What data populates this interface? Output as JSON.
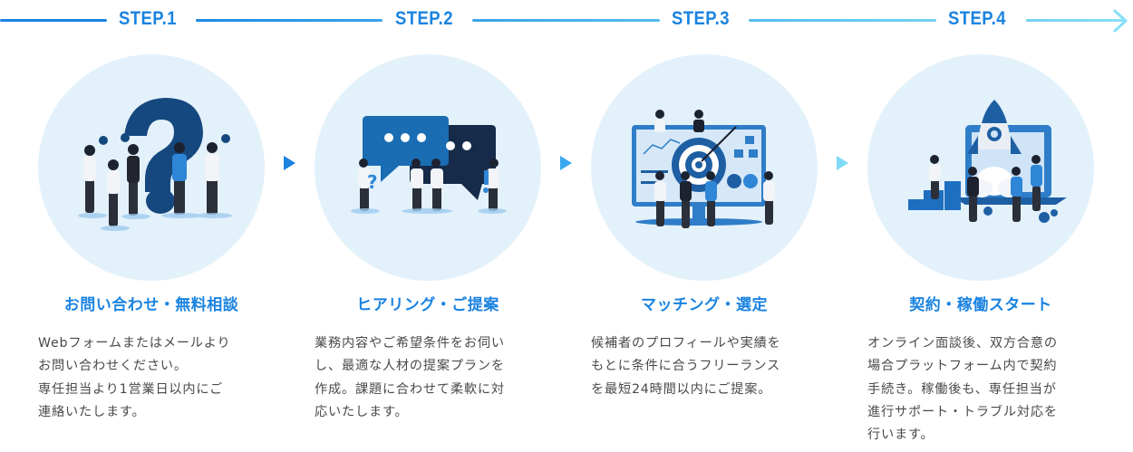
{
  "timeline": {
    "steps": [
      {
        "label": "STEP.1",
        "color": "#1a83e0"
      },
      {
        "label": "STEP.2",
        "color": "#1a83e0"
      },
      {
        "label": "STEP.3",
        "color": "#1a83e0"
      },
      {
        "label": "STEP.4",
        "color": "#1a83e0"
      }
    ],
    "line_colors": [
      "#1a83e0",
      "#3aa3ea",
      "#5cc0ef",
      "#7fdaf6"
    ],
    "end_arrow_icon": "arrow-right-icon"
  },
  "connector_colors": [
    "#1a83e0",
    "#3aa8ee",
    "#7fdaf6"
  ],
  "steps": [
    {
      "illustration": "question-mark-team-illustration",
      "title": "お問い合わせ・無料相談",
      "description": [
        "Webフォームまたはメールより",
        "お問い合わせください。",
        "専任担当より1営業日以内にご",
        "連絡いたします。"
      ]
    },
    {
      "illustration": "speech-bubbles-team-illustration",
      "title": "ヒアリング・ご提案",
      "description": [
        "業務内容やご希望条件をお伺い",
        "し、最適な人材の提案プランを",
        "作成。課題に合わせて柔軟に対",
        "応いたします。"
      ]
    },
    {
      "illustration": "target-matching-illustration",
      "title": "マッチング・選定",
      "description": [
        "候補者のプロフィールや実績を",
        "もとに条件に合うフリーランス",
        "を最短24時間以内にご提案。"
      ]
    },
    {
      "illustration": "rocket-launch-illustration",
      "title": "契約・稼働スタート",
      "description": [
        "オンライン面談後、双方合意の",
        "場合プラットフォーム内で契約",
        "手続き。稼働後も、専任担当が",
        "進行サポート・トラブル対応を",
        "行います。"
      ]
    }
  ]
}
